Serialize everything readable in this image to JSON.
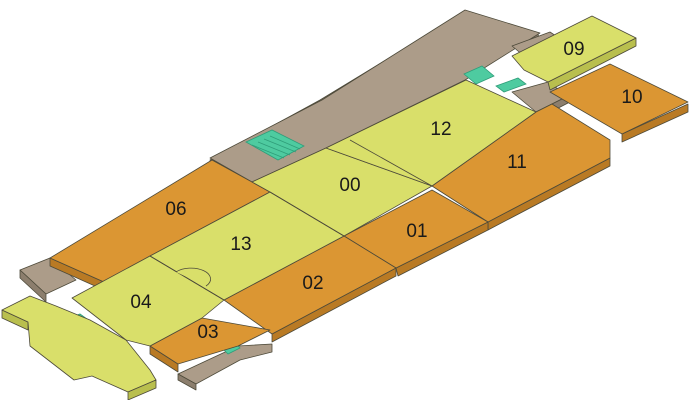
{
  "colors": {
    "corridor_top": "#d9df6a",
    "corridor_side": "#b9bf4e",
    "room_top": "#db9633",
    "room_side": "#b97a24",
    "service_top": "#ac9c89",
    "service_side": "#8c7e6d",
    "stair_top": "#4ecba0",
    "stair_side": "#2f9d79",
    "outline": "#4d4a3a"
  },
  "rooms": [
    {
      "id": "00",
      "label": "00"
    },
    {
      "id": "01",
      "label": "01"
    },
    {
      "id": "02",
      "label": "02"
    },
    {
      "id": "03",
      "label": "03"
    },
    {
      "id": "04",
      "label": "04"
    },
    {
      "id": "06",
      "label": "06"
    },
    {
      "id": "09",
      "label": "09"
    },
    {
      "id": "10",
      "label": "10"
    },
    {
      "id": "11",
      "label": "11"
    },
    {
      "id": "12",
      "label": "12"
    },
    {
      "id": "13",
      "label": "13"
    }
  ]
}
